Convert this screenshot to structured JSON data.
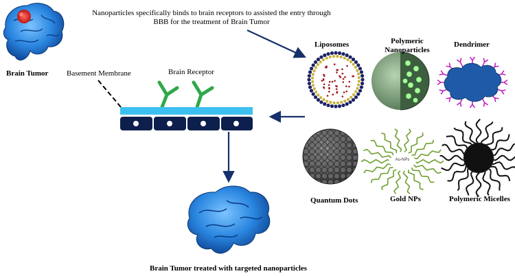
{
  "caption_top": {
    "line1": "Nanoparticles specifically binds to brain receptors to assisted the entry through",
    "line2": "BBB for the treatment of Brain Tumor"
  },
  "labels": {
    "brain_tumor": "Brain Tumor",
    "basement_membrane": "Basement Membrane",
    "brain_receptor": "Brain Receptor",
    "treated": "Brain Tumor treated with targeted nanoparticles"
  },
  "nanoparticles": [
    {
      "label": "Liposomes"
    },
    {
      "label": "Polymeric\nNanoparticles"
    },
    {
      "label": "Dendrimer"
    },
    {
      "label": "Quantum Dots"
    },
    {
      "label": "Gold NPs"
    },
    {
      "label": "Polymeric Micelles"
    }
  ],
  "gold_np_core_label": "Au-NPs",
  "colors": {
    "brain": "#2a86e0",
    "tumor": "#e02020",
    "membrane_top": "#3cc0ef",
    "membrane_cells": "#0d1f4d",
    "receptor": "#2fa84a",
    "arrow": "#16306b",
    "dendrimer": "#1e5aa8",
    "dendrimer_branches": "#c020c0",
    "polymeric_np": "#6a8f6a",
    "gold_chain": "#6ea02f"
  }
}
